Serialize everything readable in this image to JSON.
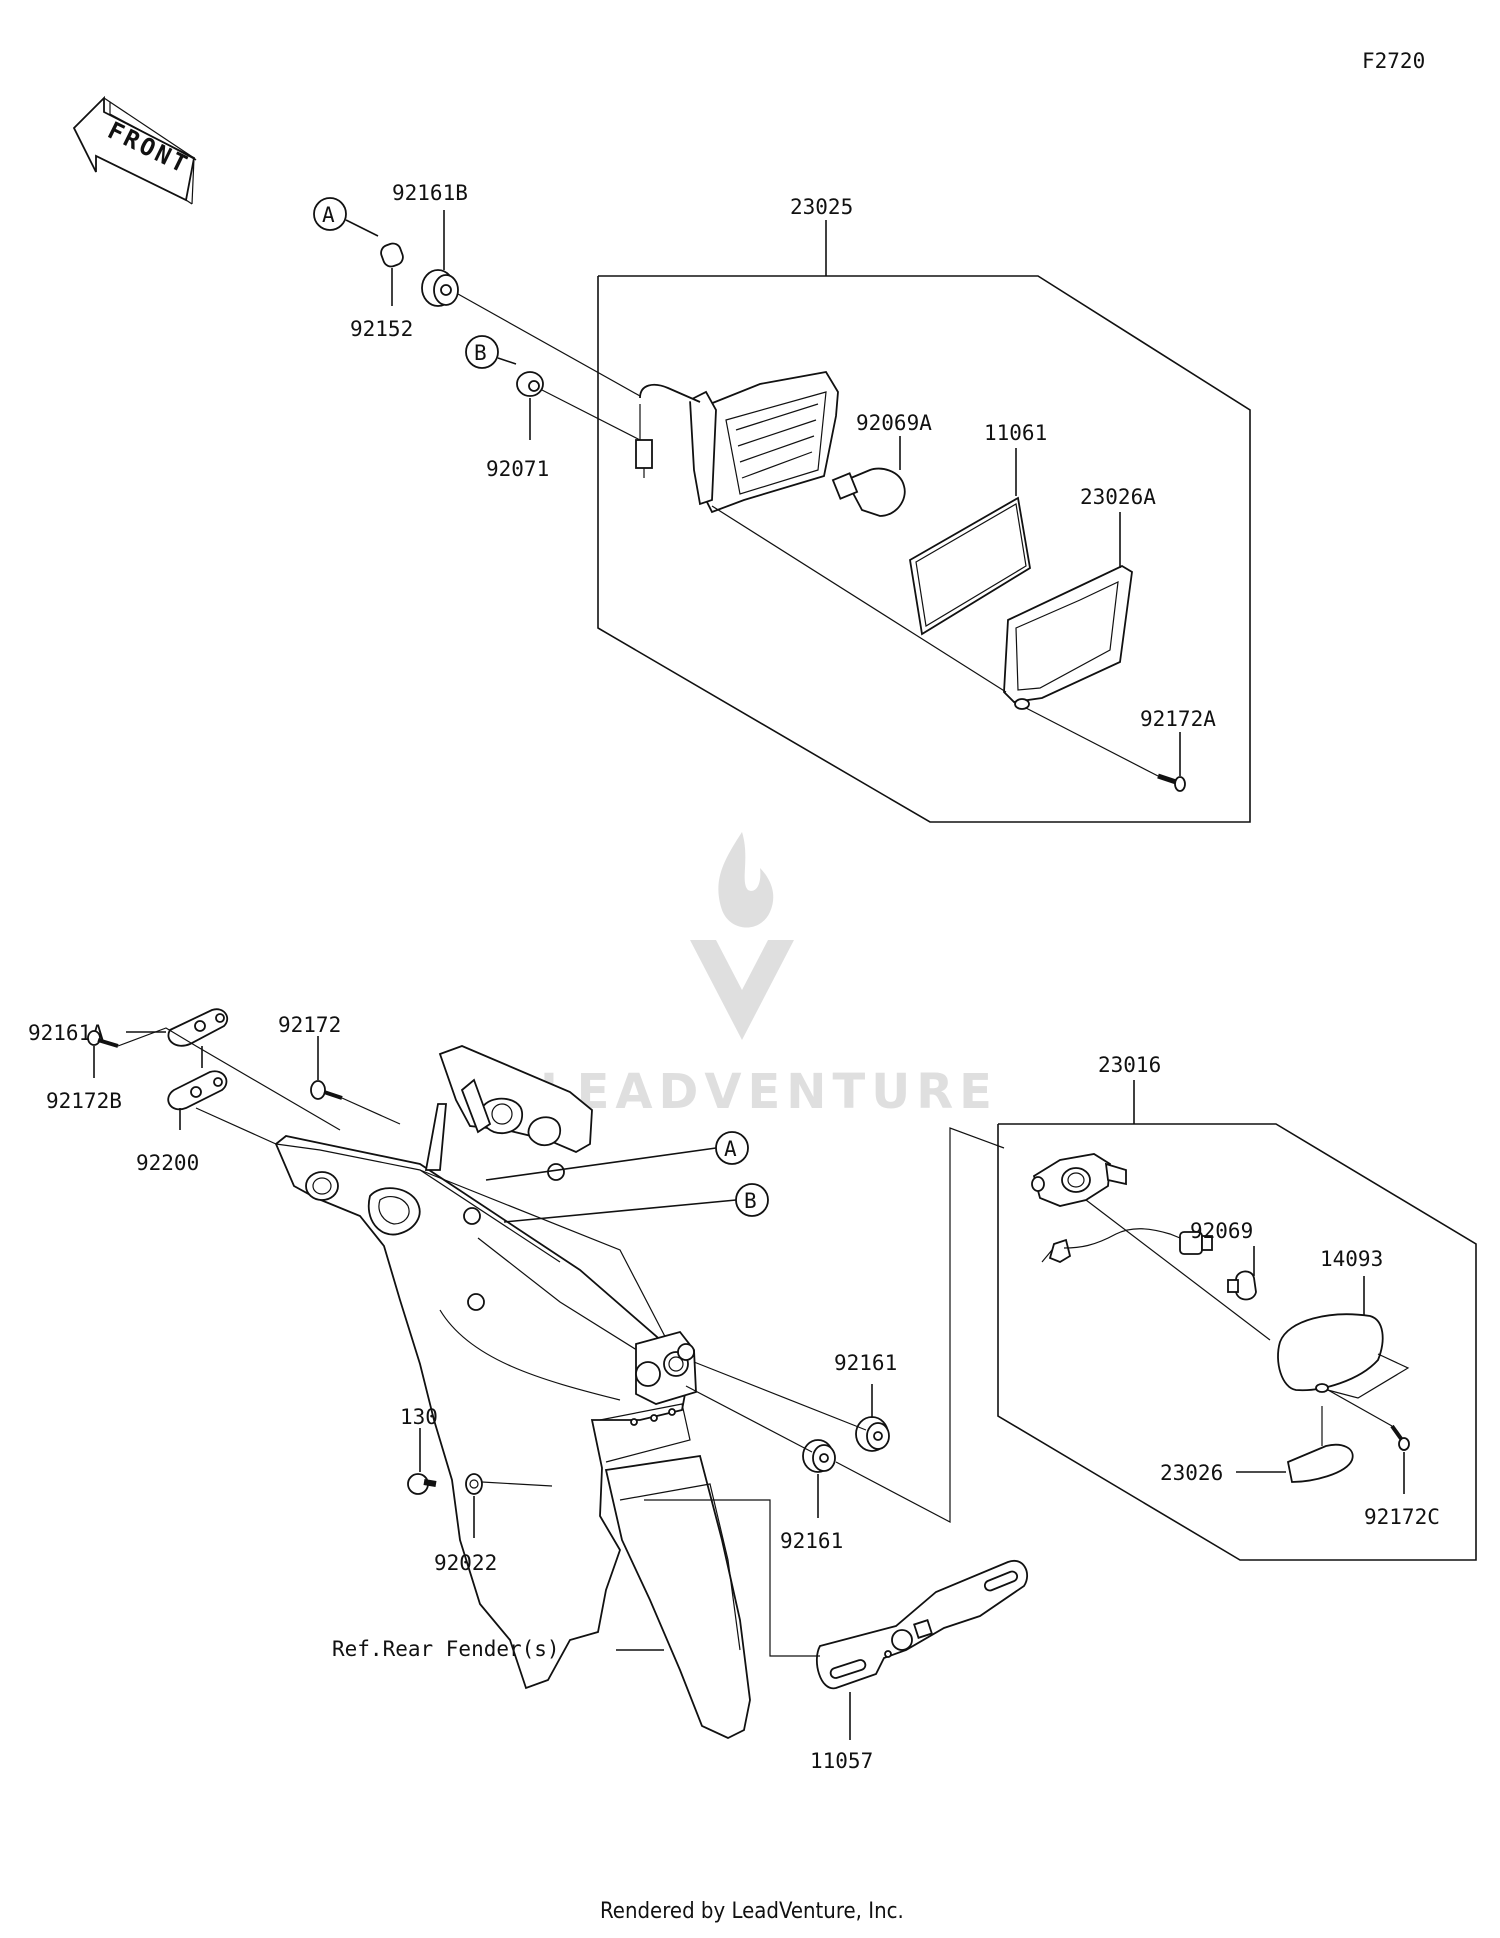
{
  "diagram_code": "F2720",
  "front_label": "FRONT",
  "footer": "Rendered by LeadVenture, Inc.",
  "watermark": "LEADVENTURE",
  "callouts": {
    "a": "A",
    "b": "B"
  },
  "parts": {
    "p23025": "23025",
    "p92161B": "92161B",
    "p92152": "92152",
    "p92071": "92071",
    "p92069A": "92069A",
    "p11061": "11061",
    "p23026A": "23026A",
    "p92172A": "92172A",
    "p92161A": "92161A",
    "p92172": "92172",
    "p92172B": "92172B",
    "p92200": "92200",
    "p23016": "23016",
    "p92069": "92069",
    "p14093": "14093",
    "p92161_top": "92161",
    "p92161_bottom": "92161",
    "p130": "130",
    "p92022": "92022",
    "p23026": "23026",
    "p92172C": "92172C",
    "p11057": "11057"
  },
  "ref_rear_fender": "Ref.Rear Fender(s)"
}
